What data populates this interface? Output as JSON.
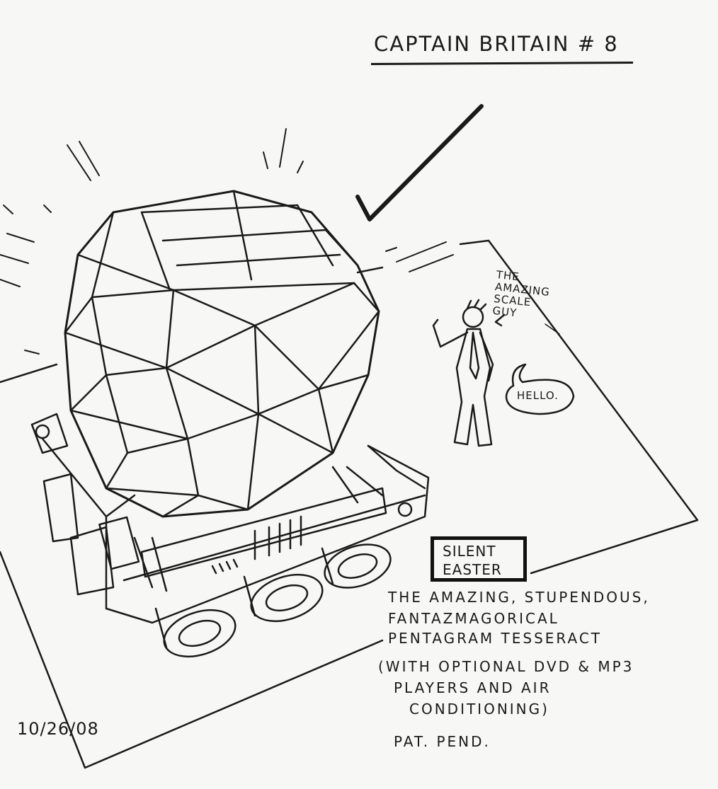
{
  "title": "CAPTAIN BRITAIN # 8",
  "scale_label": "THE\nAMAZING\nSCALE\nGUY",
  "speech_bubble": "HELLO.",
  "logo": {
    "line1": "SILENT",
    "line2": "EASTER"
  },
  "description": [
    "THE AMAZING, STUPENDOUS,",
    "FANTAZMAGORICAL",
    "PENTAGRAM TESSERACT",
    "(WITH OPTIONAL DVD & MP3",
    "PLAYERS AND AIR",
    "CONDITIONING)"
  ],
  "patent": "PAT. PEND.",
  "date": "10/26/08",
  "icons": {
    "approval": "checkmark-icon"
  }
}
